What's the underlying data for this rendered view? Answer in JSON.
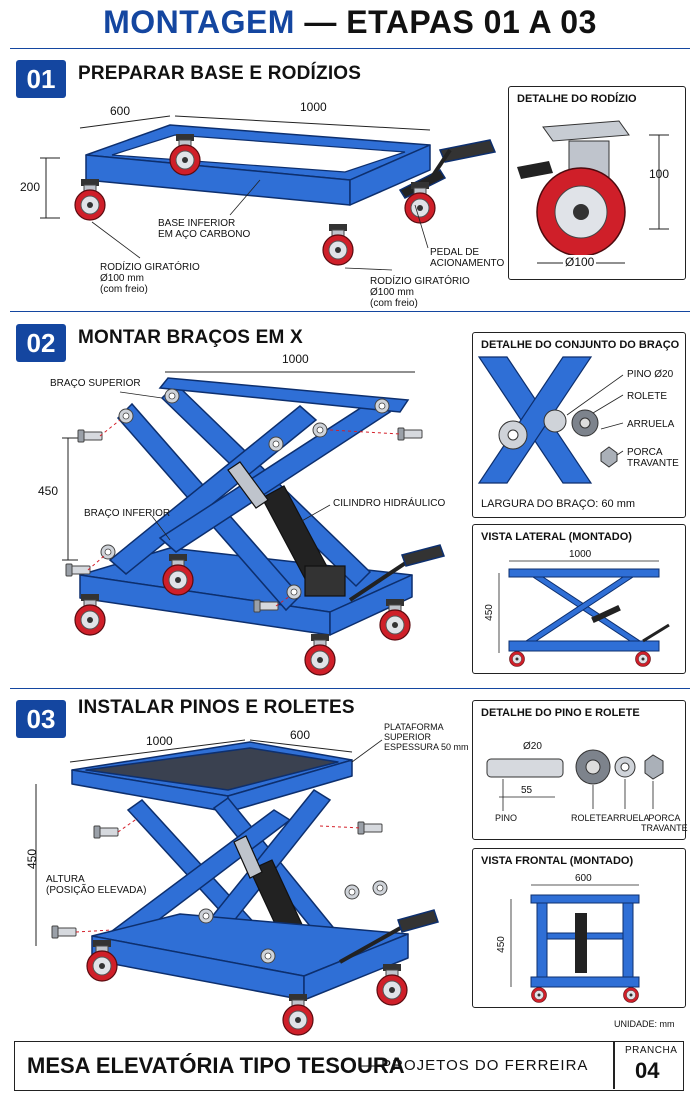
{
  "header": {
    "title_blue": "MONTAGEM",
    "title_rest": "— ETAPAS 01 A 03"
  },
  "colors": {
    "accent": "#1446a0",
    "frame": "#2f6fd6",
    "wheel": "#d4202a"
  },
  "step1": {
    "number": "01",
    "title": "PREPARAR BASE E RODÍZIOS",
    "dims": {
      "w600": "600",
      "w1000": "1000",
      "h200": "200"
    },
    "labels": {
      "base": [
        "BASE INFERIOR",
        "EM AÇO CARBONO"
      ],
      "caster_left": [
        "RODÍZIO GIRATÓRIO",
        "Ø100 mm",
        "(com freio)"
      ],
      "caster_right": [
        "RODÍZIO GIRATÓRIO",
        "Ø100 mm",
        "(com freio)"
      ],
      "pedal": [
        "PEDAL DE",
        "ACIONAMENTO"
      ]
    },
    "detail": {
      "title": "DETALHE DO RODÍZIO",
      "h": "100",
      "d": "Ø100"
    }
  },
  "step2": {
    "number": "02",
    "title": "MONTAR BRAÇOS EM X",
    "dims": {
      "w1000": "1000",
      "h450": "450"
    },
    "labels": {
      "upper_arm": "BRAÇO SUPERIOR",
      "lower_arm": "BRAÇO INFERIOR",
      "cylinder": "CILINDRO HIDRÁULICO"
    },
    "detail_arm": {
      "title": "DETALHE DO CONJUNTO DO BRAÇO",
      "pin": "PINO Ø20",
      "roller": "ROLETE",
      "washer": "ARRUELA",
      "nut": [
        "PORCA",
        "TRAVANTE"
      ],
      "width": "LARGURA DO BRAÇO: 60 mm"
    },
    "side_view": {
      "title": "VISTA LATERAL (MONTADO)",
      "w": "1000",
      "h": "450"
    }
  },
  "step3": {
    "number": "03",
    "title": "INSTALAR PINOS E ROLETES",
    "dims": {
      "w1000": "1000",
      "w600": "600",
      "h450": "450"
    },
    "labels": {
      "platform": [
        "PLATAFORMA",
        "SUPERIOR",
        "ESPESSURA 50 mm"
      ],
      "height": [
        "ALTURA",
        "(POSIÇÃO ELEVADA)"
      ]
    },
    "detail_pin": {
      "title": "DETALHE DO PINO E ROLETE",
      "d": "Ø20",
      "len": "55",
      "pin": "PINO",
      "roller": "ROLETE",
      "washer": "ARRUELA",
      "nut": [
        "PORCA",
        "TRAVANTE"
      ]
    },
    "front_view": {
      "title": "VISTA FRONTAL (MONTADO)",
      "w": "600",
      "h": "450"
    },
    "unit": "UNIDADE: mm"
  },
  "footer": {
    "title": "MESA ELEVATÓRIA TIPO TESOURA",
    "subtitle": "— PROJETOS DO FERREIRA",
    "sheet_label": "PRANCHA",
    "sheet_number": "04"
  }
}
